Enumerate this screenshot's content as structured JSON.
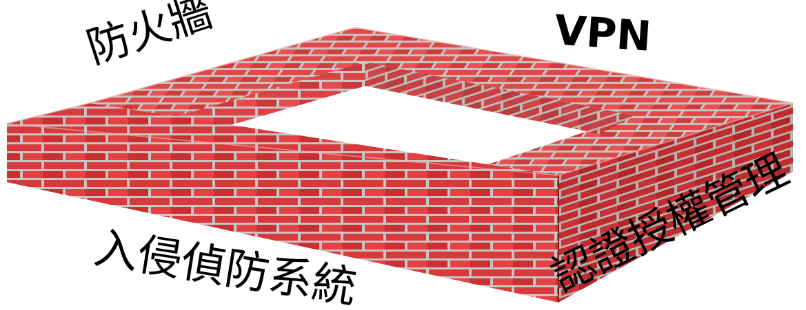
{
  "labels": {
    "firewall": "防火牆",
    "vpn": "VPN",
    "ids": "入侵偵防系統",
    "auth": "認證授權管理"
  },
  "colors": {
    "brick": "#d8393c",
    "brick_light": "#f04a4a",
    "brick_dark": "#a91e22",
    "mortar": "#c9c5c0",
    "text": "#000000"
  }
}
